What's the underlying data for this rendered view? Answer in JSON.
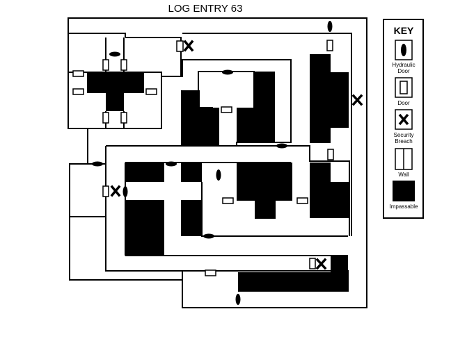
{
  "title": "LOG ENTRY 63",
  "key": {
    "heading": "KEY",
    "hydraulic_door_line1": "Hydraulic",
    "hydraulic_door_line2": "Door",
    "door": "Door",
    "breach_line1": "Security",
    "breach_line2": "Breach",
    "wall": "Wall",
    "impassable": "Impassable"
  },
  "colors": {
    "wall": "#000000",
    "floor": "#ffffff",
    "impassable": "#000000"
  },
  "icons": {
    "hydraulic_door": "hydraulic-door-icon",
    "door": "door-icon",
    "security_breach": "security-breach-icon"
  }
}
